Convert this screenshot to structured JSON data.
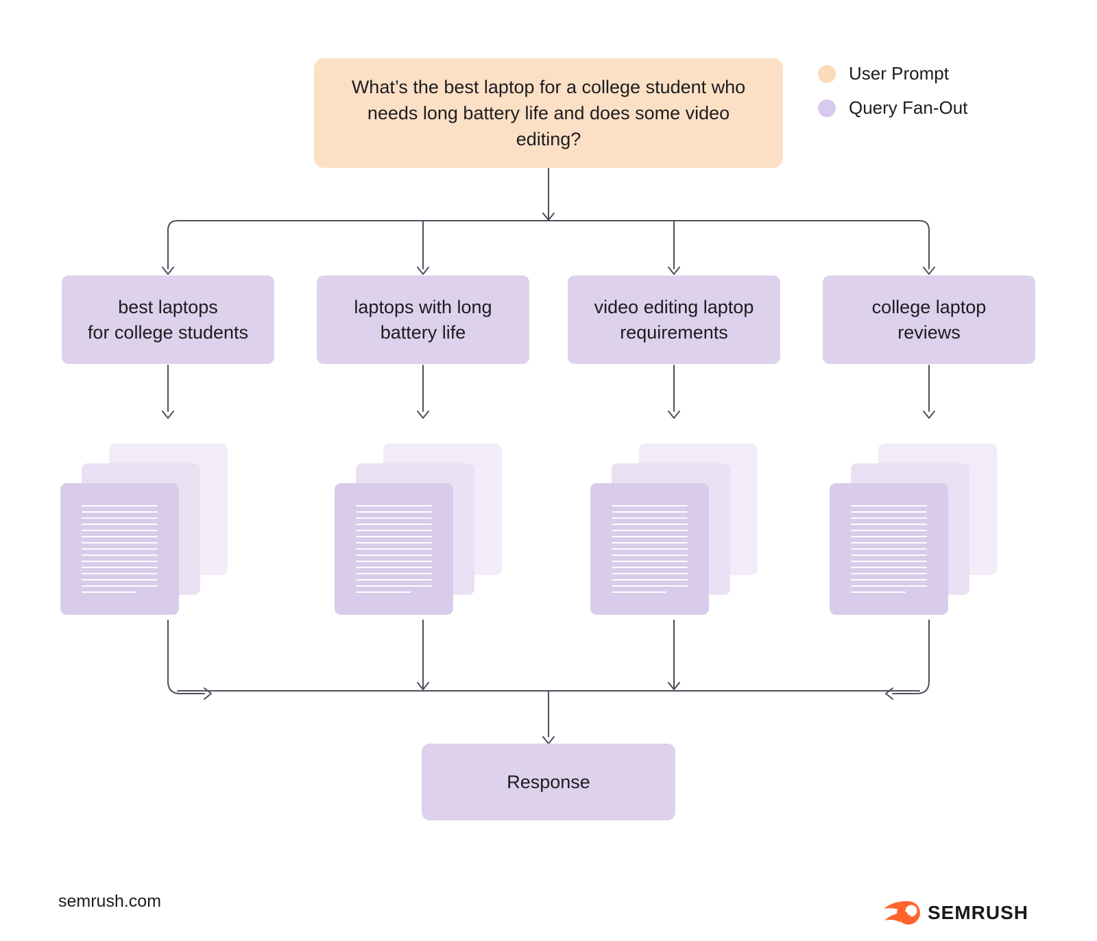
{
  "prompt": {
    "text": "What’s the best laptop for a college student who needs long battery life and does some video editing?"
  },
  "legend": {
    "items": [
      {
        "label": "User Prompt",
        "color": "#FBDBB8"
      },
      {
        "label": "Query Fan-Out",
        "color": "#D8C9EE"
      }
    ]
  },
  "queries": [
    {
      "label": "best laptops\nfor college students"
    },
    {
      "label": "laptops with long\nbattery life"
    },
    {
      "label": "video editing laptop\nrequirements"
    },
    {
      "label": "college laptop\nreviews"
    }
  ],
  "response": {
    "label": "Response"
  },
  "documents": {
    "stacks": 4,
    "pages_per_stack": 3,
    "lines_per_page": 15
  },
  "footer": {
    "site": "semrush.com",
    "brand": "SEMRUSH"
  },
  "colors": {
    "user_prompt_fill": "#FCE0C6",
    "query_fill": "#DDD1EC",
    "doc_front": "#D9CCEA",
    "doc_mid": "#E9E1F3",
    "doc_back": "#F1ECF8",
    "line": "#4B4E5A",
    "text": "#1C1C1E",
    "brand_orange": "#FF642D"
  }
}
